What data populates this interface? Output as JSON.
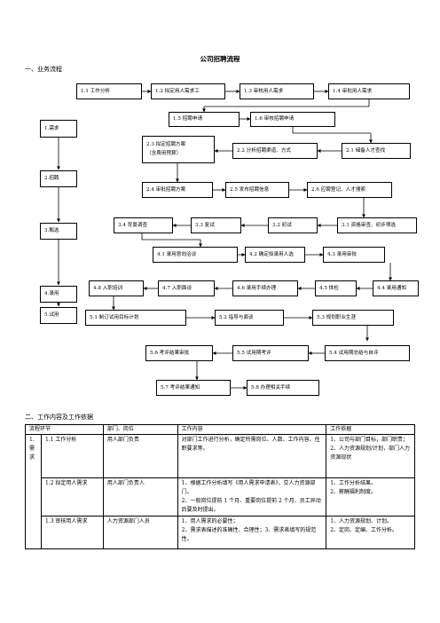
{
  "title": "公司招聘流程",
  "section1": "一、业务流程",
  "section2": "二、工作内容及工作依据",
  "stages": [
    "1.需求",
    "2.招聘",
    "3.甄选",
    "4.录用",
    "5.试用"
  ],
  "steps": {
    "s1_1": "1.1 工作分析",
    "s1_2": "1.2 拟定用人需求工",
    "s1_3": "1.3 审核用人需求",
    "s1_4": "1.4 审批用人需求",
    "s1_5": "1.5 招聘申请",
    "s1_6": "1.6 审核招聘申请",
    "s2_3": "2.3  拟定招聘方案",
    "s2_3b": "（含费用预算）",
    "s2_2": "2.2 分析招聘渠道、方式",
    "s2_1": "2.1 储备人才查找",
    "s2_4": "2.4 审批招聘方案",
    "s2_5": "2.5 发布招聘信息",
    "s2_6": "2.6 应聘登记、人才搜索",
    "s3_4": "3.4 背景调查",
    "s3_3": "3.3 复试",
    "s3_2": "3.2 初试",
    "s3_1": "3.1 资格审查、初步筛选",
    "s4_1": "4.1 录用意向洽谈",
    "s4_2": "4.2 确定拟录用人选",
    "s4_3": "4.3 录用审批",
    "s4_8": "4.8 入职培训",
    "s4_7": "4.7 入职面谈",
    "s4_6": "4.6 录用手续办理",
    "s4_5": "4.5 体检",
    "s4_4": "4.4 录用通知",
    "s5_1": "5.1 制订试用目标计划",
    "s5_2": "5.2 指导与面谈",
    "s5_3": "5.3 规划职业生涯",
    "s5_6": "5.6 考评结果审批",
    "s5_5": "5.5 试用期考评",
    "s5_4": "5.4 试用期总结与自评",
    "s5_7": "5.7 考评结果通知",
    "s5_8": "5.8 办理相关手续"
  },
  "table": {
    "headers": [
      "流程环节",
      "部门、岗位",
      "工作内容",
      "工作依据"
    ],
    "group": "1.\n需\n求",
    "rows": [
      {
        "step": "1.1 工作分析",
        "dept": "用人部门负责",
        "content": "对部门工作进行分析，确定所需岗位、人数、工作内容、任职要求等。",
        "basis": "1、公司与部门目标，部门职责；\n2、人力资源规划/计划，部门人力资源现状"
      },
      {
        "step": "1.2 拟定用人需求",
        "dept": "用人部门负责人",
        "content": "1、根据工作分析填写《用人需求申请表》，交人力资源部门。\n2、一般岗位提前 1 个月、重要岗位提前 2 个月、员工异动后要及时提出。",
        "basis": "1、工作分析结果。\n2、薪酬福利制度。"
      },
      {
        "step": "1.3 审核用人需求",
        "dept": "人力资源部门人员",
        "content": "1、用人需求的必要性；\n2、需求表描述的准确性、合理性；3、需求表填写的规范性。",
        "basis": "1、人力资源规划、计划。\n2、定岗、定编、工作分析。"
      }
    ]
  }
}
